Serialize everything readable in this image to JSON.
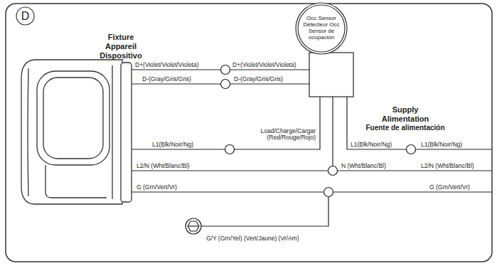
{
  "diagram": {
    "nodes": [
      {
        "text": [
          "D"
        ]
      },
      {
        "text": [
          "Occ Sensor Détecteur Occ Sensor de ocupación"
        ]
      }
    ],
    "labels": [
      "Fixture",
      "Appareil",
      "Dispositivo",
      "D+(Violet/Violet/Violeta)",
      "D+(Violet/Violet/Violeta)",
      "D-(Gray/Gris/Gris)",
      "D-(Gray/Gris/Gris)",
      "Load/Charge/Cargar (Red/Rouge/Rojo)",
      "L1(Blk/Noir/Ng)",
      "Supply",
      "Alimentation",
      "Fuente de alimentación",
      "L1(Blk/Noir/Ng)",
      "L1(Blk/Noir/Ng)",
      "L2/N (Wht/Blanc/Bl)",
      "N (Wht/Blanc/Bl)",
      "L2/N (Wht/Blanc/Bl)",
      "G (Grn/Vert/Vr)",
      "G (Grn/Vert/Vr)",
      "G/Y (Grn/Yel) (Vert/Jaune) (Vr/Am)"
    ]
  }
}
